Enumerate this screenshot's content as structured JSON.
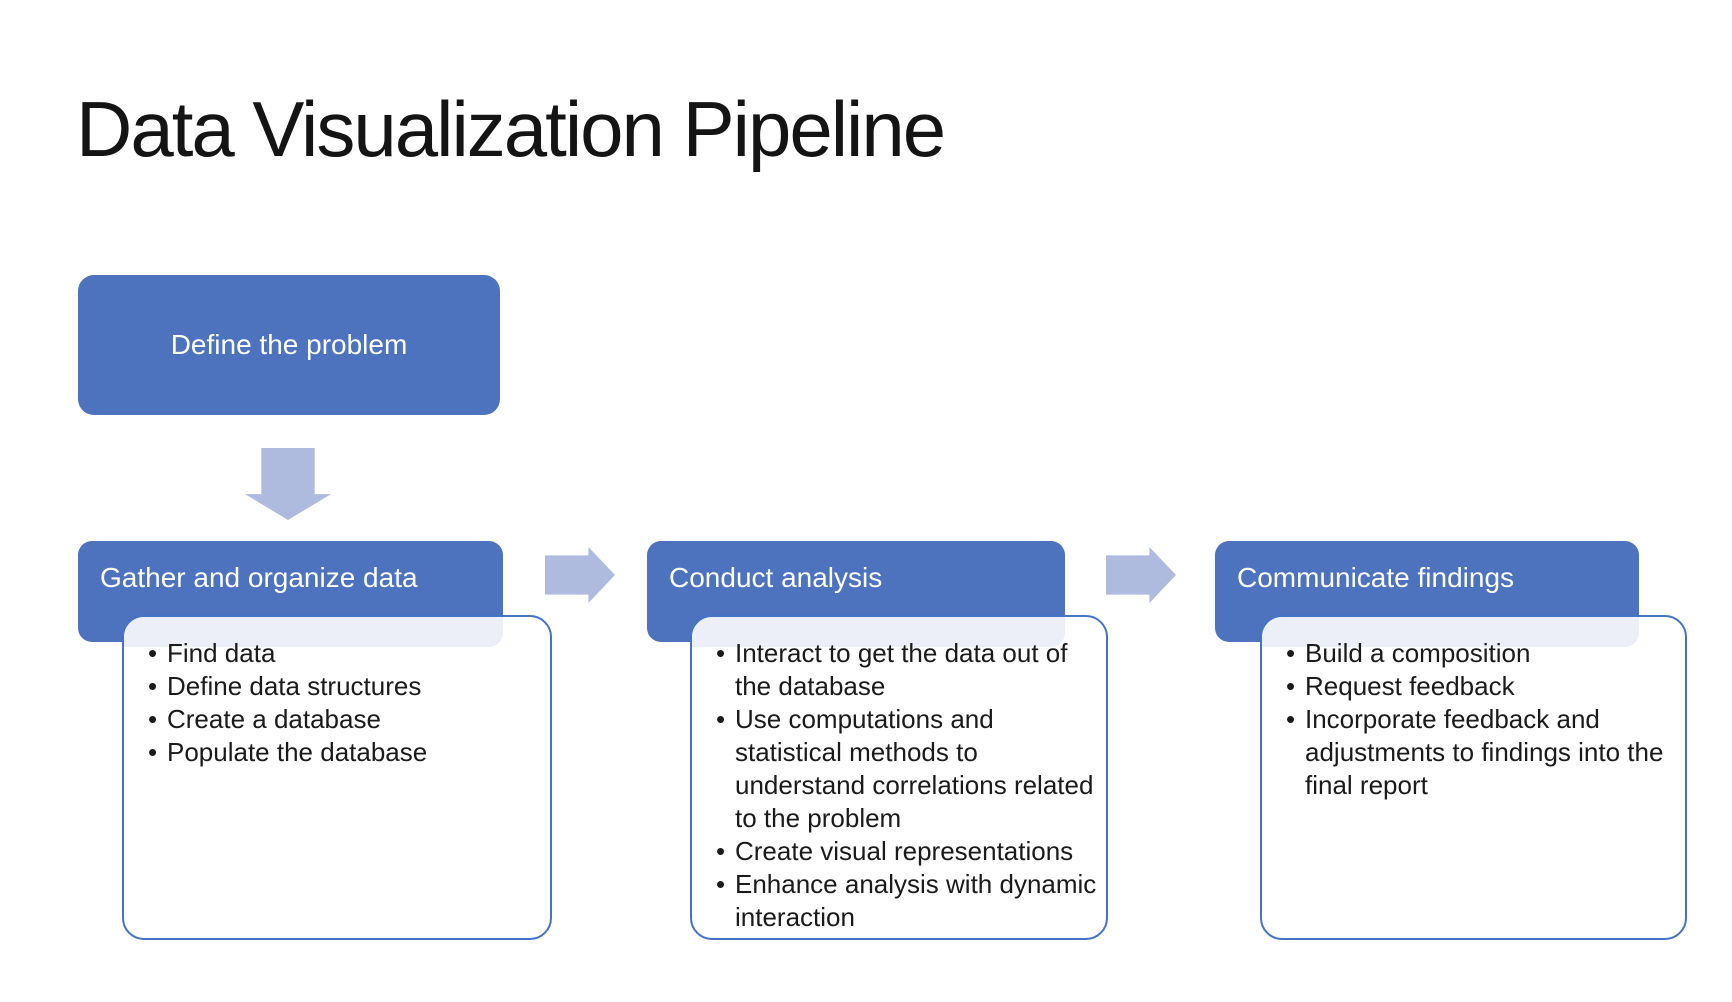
{
  "title": "Data Visualization Pipeline",
  "colors": {
    "header_fill": "#4D72BE",
    "header_text": "#FFFFFF",
    "content_border": "#4472C4",
    "band_fill": "#ECEFF8",
    "arrow_fill": "#AFBADF",
    "bullet_color": "#1A1A1A",
    "title_color": "#141414"
  },
  "icons": {
    "down_arrow": "down-arrow",
    "right_arrow": "right-arrow"
  },
  "flow": {
    "start_box": {
      "label": "Define the problem"
    },
    "stages": [
      {
        "header": "Gather and organize data",
        "bullets": [
          "Find data",
          "Define data structures",
          "Create a database",
          "Populate the database"
        ]
      },
      {
        "header": "Conduct analysis",
        "bullets": [
          "Interact to get the data out of the database",
          "Use computations and statistical methods to understand correlations related to the problem",
          "Create visual representations",
          "Enhance analysis with dynamic interaction"
        ]
      },
      {
        "header": "Communicate findings",
        "bullets": [
          "Build a composition",
          "Request feedback",
          "Incorporate feedback and adjustments to findings into the final report"
        ]
      }
    ]
  }
}
